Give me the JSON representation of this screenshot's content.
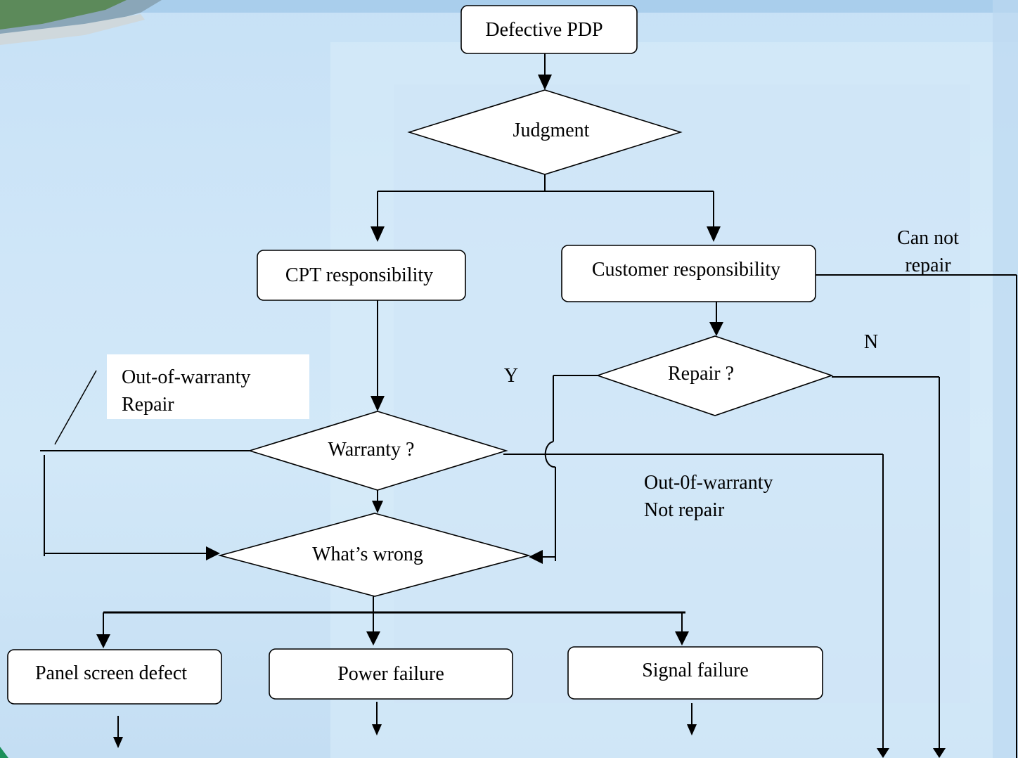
{
  "nodes": {
    "defective_pdp": "Defective PDP",
    "judgment": "Judgment",
    "cpt_responsibility": "CPT responsibility",
    "customer_responsibility": "Customer responsibility",
    "repair_question": "Repair ?",
    "warranty_question": "Warranty ?",
    "whats_wrong": "What’s wrong",
    "panel_screen_defect": "Panel screen defect",
    "power_failure": "Power failure",
    "signal_failure": "Signal failure"
  },
  "labels": {
    "can_not_repair_line1": "Can not",
    "can_not_repair_line2": "repair",
    "n": "N",
    "y": "Y",
    "out_of_warranty_repair_line1": "Out-of-warranty",
    "out_of_warranty_repair_line2": "Repair",
    "out_of_warranty_not_repair_line1": "Out-0f-warranty",
    "out_of_warranty_not_repair_line2": "Not repair"
  },
  "colors": {
    "background_top": "#c7e1f6",
    "box_fill": "#ffffff",
    "line": "#000000"
  }
}
